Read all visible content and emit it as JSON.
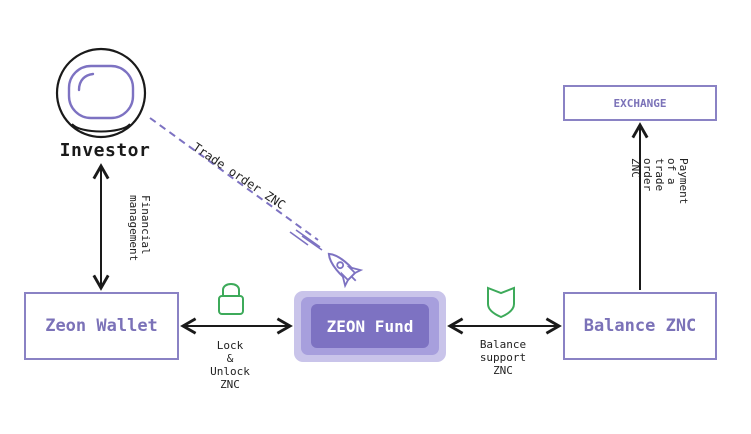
{
  "nodes": {
    "investor": "Investor",
    "wallet": "Zeon Wallet",
    "fund": "ZEON Fund",
    "balance": "Balance ZNC",
    "exchange": "EXCHANGE"
  },
  "edges": {
    "financial_management": "Financial\nmanagement",
    "trade_order": "Trade order ZNC",
    "lock_unlock": "Lock\n&\nUnlock\nZNC",
    "balance_support": "Balance\nsupport\nZNC",
    "payment": "Payment of a\ntrade order\nZNC"
  },
  "icons": {
    "investor": "astronaut-helmet-icon",
    "lock": "padlock-icon",
    "shield": "shield-icon",
    "rocket": "rocket-icon"
  },
  "colors": {
    "accent": "#7d72c2",
    "border": "#8a82c4",
    "green_icon": "#3daa5a",
    "arrow": "#1a1a1a"
  }
}
